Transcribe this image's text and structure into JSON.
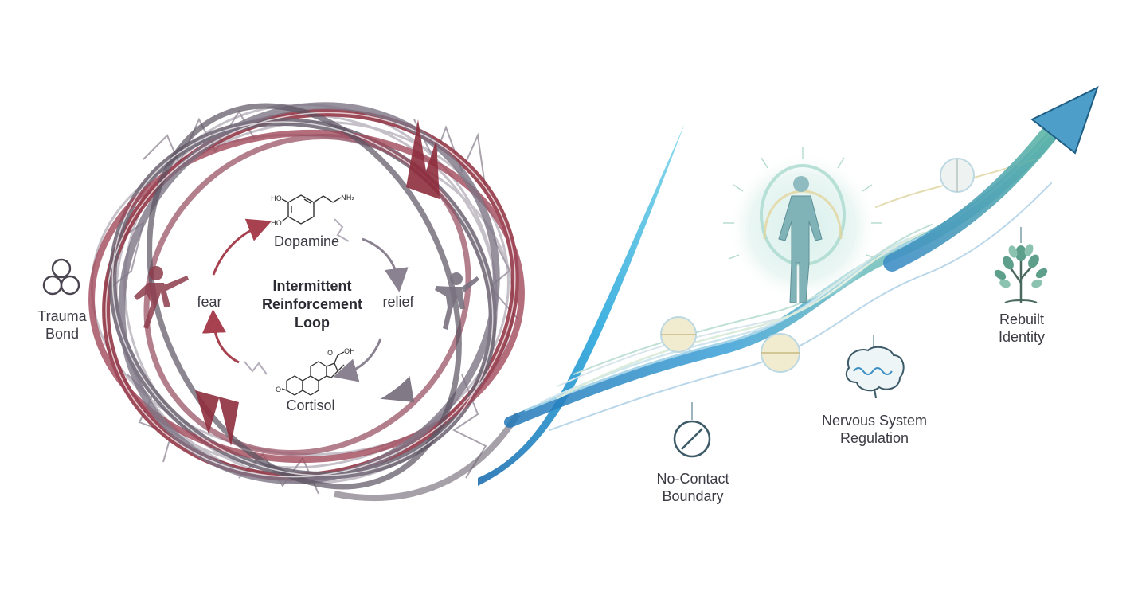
{
  "diagram": {
    "left_cycle": {
      "icon_label_line1": "Trauma",
      "icon_label_line2": "Bond",
      "center_line1": "Intermittent",
      "center_line2": "Reinforcement",
      "center_line3": "Loop",
      "top_node": "Dopamine",
      "bottom_node": "Cortisol",
      "left_node": "fear",
      "right_node": "relief",
      "dopamine_groups": [
        "HO",
        "HO",
        "NH₂"
      ],
      "cortisol_groups": [
        "O",
        "OH",
        "O"
      ]
    },
    "recovery_path": {
      "milestones": [
        {
          "line1": "No-Contact",
          "line2": "Boundary",
          "icon": "no-entry-icon"
        },
        {
          "line1": "Nervous System",
          "line2": "Regulation",
          "icon": "brain-icon"
        },
        {
          "line1": "Rebuilt",
          "line2": "Identity",
          "icon": "tree-icon"
        }
      ],
      "figure_icon": "glowing-person-icon",
      "arrow_icon": "upward-arrow-icon"
    },
    "colors": {
      "loop_red": "#8e2d3d",
      "loop_gray": "#6b6270",
      "path_blue": "#2f9fd8",
      "path_teal": "#6fc3b3",
      "accent_gold": "#d6c58a"
    }
  }
}
